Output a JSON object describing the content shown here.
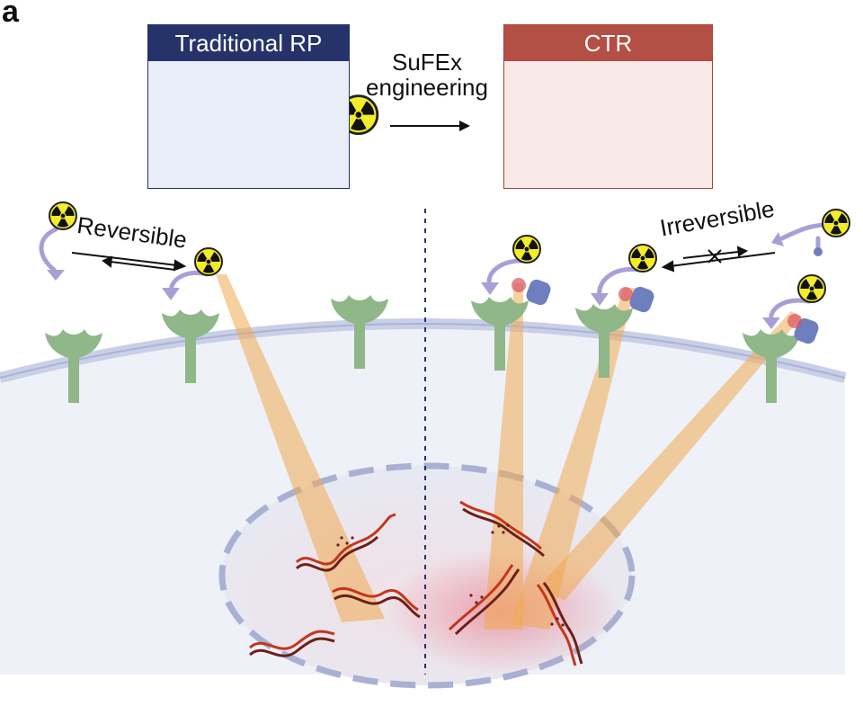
{
  "panel_letter": "a",
  "boxes": {
    "traditional": {
      "title": "Traditional RP",
      "color": "#26336b"
    },
    "ctr": {
      "title": "CTR",
      "color": "#b44f45"
    }
  },
  "transition_label": "SuFEx engineering",
  "binding_labels": {
    "reversible": "Reversible",
    "irreversible": "Irreversible"
  },
  "icons": [
    "radiation-icon",
    "ligand-arrow-icon",
    "receptor-icon",
    "dna-helix-icon",
    "radiation-beam-icon"
  ]
}
